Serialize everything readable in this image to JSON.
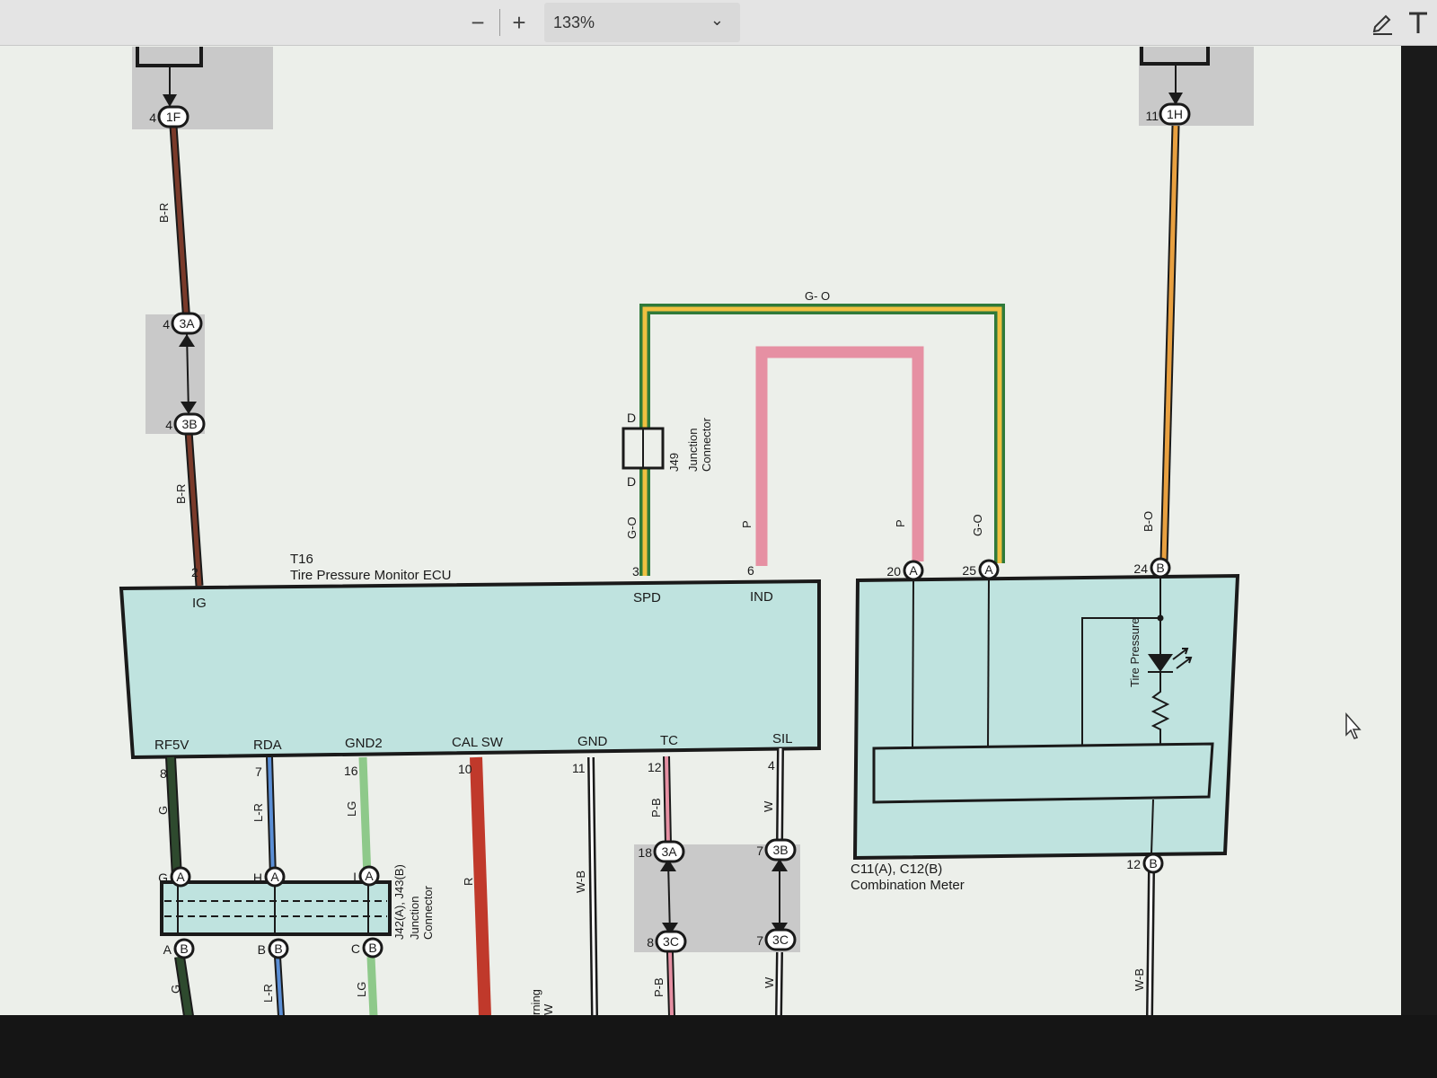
{
  "toolbar": {
    "zoom_out_label": "−",
    "zoom_in_label": "+",
    "zoom_value": "133%",
    "zoom_caret": "⌄",
    "icons": [
      "highlight-pen-icon",
      "text-tool-icon"
    ]
  },
  "diagram": {
    "ecu": {
      "id": "T16",
      "name": "Tire Pressure Monitor ECU"
    },
    "meter": {
      "id": "C11(A), C12(B)",
      "name": "Combination Meter",
      "lamp": "Tire Pressure"
    },
    "j49": {
      "id": "J49",
      "line1": "Junction",
      "line2": "Connector",
      "pin_top": "D",
      "pin_bottom": "D"
    },
    "j42": {
      "id": "J42(A), J43(B)",
      "line1": "Junction",
      "line2": "Connector"
    },
    "ecu_top_pins": [
      {
        "term": "IG",
        "num": "2"
      },
      {
        "term": "SPD",
        "num": "3"
      },
      {
        "term": "IND",
        "num": "6"
      }
    ],
    "ecu_bottom_pins": [
      {
        "term": "RF5V",
        "num": "8"
      },
      {
        "term": "RDA",
        "num": "7"
      },
      {
        "term": "GND2",
        "num": "16"
      },
      {
        "term": "CAL SW",
        "num": "10"
      },
      {
        "term": "GND",
        "num": "11"
      },
      {
        "term": "TC",
        "num": "12"
      },
      {
        "term": "SIL",
        "num": "4"
      }
    ],
    "meter_pins": [
      {
        "num": "20",
        "conn": "A"
      },
      {
        "num": "25",
        "conn": "A"
      },
      {
        "num": "24",
        "conn": "B"
      },
      {
        "num": "12",
        "conn": "B"
      }
    ],
    "connectors": {
      "c1F": {
        "num": "4",
        "id": "1F"
      },
      "c1H": {
        "num": "11",
        "id": "1H"
      },
      "c3A_left": {
        "num": "4",
        "id": "3A"
      },
      "c3B_left": {
        "num": "4",
        "id": "3B"
      },
      "c3A_mid": {
        "num": "18",
        "id": "3A"
      },
      "c3C_mid": {
        "num": "8",
        "id": "3C"
      },
      "c3B_right": {
        "num": "7",
        "id": "3B"
      },
      "c3C_right": {
        "num": "7",
        "id": "3C"
      },
      "jA_pins": [
        {
          "letter": "G",
          "conn": "A"
        },
        {
          "letter": "H",
          "conn": "A"
        },
        {
          "letter": "I",
          "conn": "A"
        }
      ],
      "jB_pins": [
        {
          "letter": "A",
          "conn": "B"
        },
        {
          "letter": "B",
          "conn": "B"
        },
        {
          "letter": "C",
          "conn": "B"
        }
      ]
    },
    "wire_labels": {
      "br_upper": "B-R",
      "br_lower": "B-R",
      "go_top": "G- O",
      "go_spd": "G-O",
      "p_left": "P",
      "p_right": "P",
      "go_meter": "G-O",
      "bo": "B-O",
      "g_up": "G",
      "lr_up": "L-R",
      "lg_up": "LG",
      "g_low": "G",
      "lr_low": "L-R",
      "lg_low": "LG",
      "r": "R",
      "wb_gnd": "W-B",
      "pb_up": "P-B",
      "pb_low": "P-B",
      "w_up": "W",
      "w_low": "W",
      "wb_meter": "W-B"
    },
    "cut_text": {
      "line1": "rning",
      "line2": "W"
    },
    "colors": {
      "box_fill": "#bfe3df",
      "b_r": "#7a3a2a",
      "g_o_green": "#2f7a3a",
      "g_o_orange": "#f0c040",
      "pink": "#e690a3",
      "b_o": "#e8a040",
      "red": "#c0392b",
      "green_dark": "#2e4a2e",
      "blue_lr": "#5b8fd6",
      "light_green": "#8ec98a"
    }
  }
}
